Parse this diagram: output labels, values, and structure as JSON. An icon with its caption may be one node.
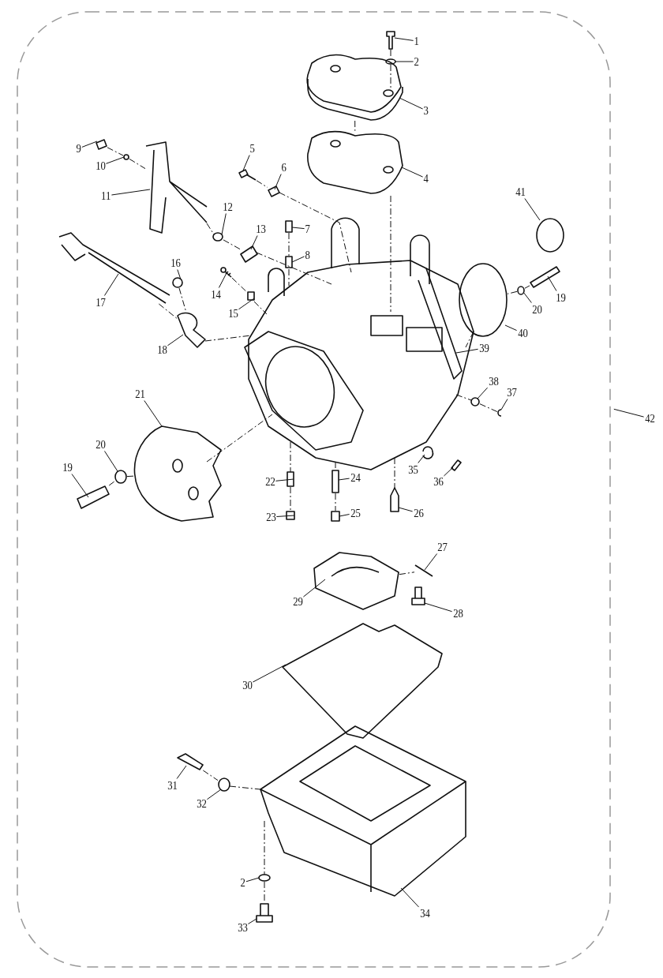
{
  "diagram": {
    "nodes": [
      {
        "text": [
          "1"
        ]
      },
      {
        "text": [
          "2"
        ]
      },
      {
        "text": [
          "3"
        ]
      },
      {
        "text": [
          "9"
        ]
      },
      {
        "text": [
          "5"
        ]
      },
      {
        "text": [
          "10"
        ]
      },
      {
        "text": [
          "6"
        ]
      },
      {
        "text": [
          "4"
        ]
      },
      {
        "text": [
          "41"
        ]
      },
      {
        "text": [
          "11"
        ]
      },
      {
        "text": [
          "12"
        ]
      },
      {
        "text": [
          "13"
        ]
      },
      {
        "text": [
          "7"
        ]
      },
      {
        "text": [
          "8"
        ]
      },
      {
        "text": [
          "16"
        ]
      },
      {
        "text": [
          "14"
        ]
      },
      {
        "text": [
          "19"
        ]
      },
      {
        "text": [
          "17"
        ]
      },
      {
        "text": [
          "20"
        ]
      },
      {
        "text": [
          "15"
        ]
      },
      {
        "text": [
          "40"
        ]
      },
      {
        "text": [
          "39"
        ]
      },
      {
        "text": [
          "18"
        ]
      },
      {
        "text": [
          "38"
        ]
      },
      {
        "text": [
          "37"
        ]
      },
      {
        "text": [
          "21"
        ]
      },
      {
        "text": [
          "42"
        ]
      },
      {
        "text": [
          "20"
        ]
      },
      {
        "text": [
          "19"
        ]
      },
      {
        "text": [
          "35"
        ]
      },
      {
        "text": [
          "24"
        ]
      },
      {
        "text": [
          "22"
        ]
      },
      {
        "text": [
          "36"
        ]
      },
      {
        "text": [
          "26"
        ]
      },
      {
        "text": [
          "25"
        ]
      },
      {
        "text": [
          "23"
        ]
      },
      {
        "text": [
          "27"
        ]
      },
      {
        "text": [
          "29"
        ]
      },
      {
        "text": [
          "28"
        ]
      },
      {
        "text": [
          "30"
        ]
      },
      {
        "text": [
          "31"
        ]
      },
      {
        "text": [
          "32"
        ]
      },
      {
        "text": [
          "2"
        ]
      },
      {
        "text": [
          "34"
        ]
      },
      {
        "text": [
          "33"
        ]
      },
      {
        "text": [],
        "shape": "picture"
      },
      {
        "text": [],
        "shape": "circle"
      },
      {
        "text": [],
        "shape": "picture"
      },
      {
        "text": [],
        "shape": "picture"
      },
      {
        "text": [],
        "shape": "picture"
      },
      {
        "text": [],
        "shape": "circle"
      },
      {
        "text": [],
        "shape": "picture"
      },
      {
        "text": [],
        "shape": "picture"
      },
      {
        "text": [],
        "shape": "picture"
      },
      {
        "text": [],
        "shape": "circle"
      },
      {
        "text": [],
        "shape": "picture"
      },
      {
        "text": [],
        "shape": "box"
      },
      {
        "text": [],
        "shape": "box"
      },
      {
        "text": [],
        "shape": "circle"
      },
      {
        "text": [],
        "shape": "picture"
      },
      {
        "text": [],
        "shape": "picture"
      },
      {
        "text": [],
        "shape": "box"
      },
      {
        "text": [],
        "shape": "picture"
      },
      {
        "text": [],
        "shape": "picture"
      },
      {
        "text": [],
        "shape": "circle"
      },
      {
        "text": [],
        "shape": "circle"
      },
      {
        "text": [],
        "shape": "picture"
      },
      {
        "text": [],
        "shape": "circle"
      },
      {
        "text": [],
        "shape": "circle"
      },
      {
        "text": [],
        "shape": "picture"
      },
      {
        "text": [],
        "shape": "picture"
      },
      {
        "text": [],
        "shape": "circle"
      },
      {
        "text": [],
        "shape": "picture"
      },
      {
        "text": [],
        "shape": "box"
      },
      {
        "text": [],
        "shape": "box"
      },
      {
        "text": [],
        "shape": "box"
      },
      {
        "text": [],
        "shape": "box"
      },
      {
        "text": [],
        "shape": "picture"
      },
      {
        "text": [],
        "shape": "picture"
      },
      {
        "text": [],
        "shape": "picture"
      },
      {
        "text": [],
        "shape": "picture"
      },
      {
        "text": [],
        "shape": "picture"
      },
      {
        "text": [],
        "shape": "picture"
      },
      {
        "text": [],
        "shape": "picture"
      },
      {
        "text": [],
        "shape": "picture"
      },
      {
        "text": [],
        "shape": "picture"
      },
      {
        "text": [],
        "shape": "circle"
      },
      {
        "text": [],
        "shape": "circle"
      },
      {
        "text": [],
        "shape": "picture"
      }
    ],
    "edges": [
      {
        "from": 0,
        "to": 45,
        "arrow": "none"
      },
      {
        "from": 1,
        "to": 46,
        "arrow": "none"
      },
      {
        "from": 2,
        "to": 47,
        "arrow": "none"
      },
      {
        "from": 3,
        "to": 49,
        "arrow": "none"
      },
      {
        "from": 4,
        "to": 52,
        "arrow": "none"
      },
      {
        "from": 5,
        "to": 50,
        "arrow": "none"
      },
      {
        "from": 6,
        "to": 53,
        "arrow": "none"
      },
      {
        "from": 7,
        "to": 48,
        "arrow": "none"
      },
      {
        "from": 8,
        "to": 65,
        "arrow": "none"
      },
      {
        "from": 9,
        "to": 51,
        "arrow": "none"
      },
      {
        "from": 10,
        "to": 54,
        "arrow": "none"
      },
      {
        "from": 11,
        "to": 55,
        "arrow": "none"
      },
      {
        "from": 12,
        "to": 56,
        "arrow": "none"
      },
      {
        "from": 13,
        "to": 57,
        "arrow": "none"
      },
      {
        "from": 14,
        "to": 58,
        "arrow": "none"
      },
      {
        "from": 15,
        "to": 60,
        "arrow": "none"
      },
      {
        "from": 16,
        "to": 66,
        "arrow": "none"
      },
      {
        "from": 17,
        "to": 59,
        "arrow": "none"
      },
      {
        "from": 18,
        "to": 67,
        "arrow": "none"
      },
      {
        "from": 19,
        "to": 61,
        "arrow": "none"
      },
      {
        "from": 20,
        "to": 64,
        "arrow": "none"
      },
      {
        "from": 21,
        "to": 63,
        "arrow": "none"
      },
      {
        "from": 22,
        "to": 62,
        "arrow": "none"
      },
      {
        "from": 23,
        "to": 68,
        "arrow": "none"
      },
      {
        "from": 24,
        "to": 69,
        "arrow": "none"
      },
      {
        "from": 25,
        "to": 70,
        "arrow": "none"
      },
      {
        "from": 26,
        "to": null,
        "arrow": "none"
      },
      {
        "from": 27,
        "to": 71,
        "arrow": "none"
      },
      {
        "from": 28,
        "to": 72,
        "arrow": "none"
      },
      {
        "from": 29,
        "to": 78,
        "arrow": "none"
      },
      {
        "from": 30,
        "to": 75,
        "arrow": "none"
      },
      {
        "from": 31,
        "to": 73,
        "arrow": "none"
      },
      {
        "from": 32,
        "to": 79,
        "arrow": "none"
      },
      {
        "from": 33,
        "to": 77,
        "arrow": "none"
      },
      {
        "from": 34,
        "to": 76,
        "arrow": "none"
      },
      {
        "from": 35,
        "to": 74,
        "arrow": "none"
      },
      {
        "from": 36,
        "to": 81,
        "arrow": "none"
      },
      {
        "from": 37,
        "to": 80,
        "arrow": "none"
      },
      {
        "from": 38,
        "to": 82,
        "arrow": "none"
      },
      {
        "from": 39,
        "to": 83,
        "arrow": "none"
      },
      {
        "from": 40,
        "to": 85,
        "arrow": "none"
      },
      {
        "from": 41,
        "to": 86,
        "arrow": "none"
      },
      {
        "from": 42,
        "to": 87,
        "arrow": "none"
      },
      {
        "from": 43,
        "to": 84,
        "arrow": "none"
      },
      {
        "from": 44,
        "to": 88,
        "arrow": "none"
      },
      {
        "from": 45,
        "to": 46,
        "arrow": "none",
        "style": "dashed"
      },
      {
        "from": 46,
        "to": 47,
        "arrow": "none",
        "style": "dashed"
      },
      {
        "from": 47,
        "to": 48,
        "arrow": "none",
        "style": "dashed"
      },
      {
        "from": 48,
        "to": 63,
        "arrow": "none",
        "style": "dashed"
      },
      {
        "from": 49,
        "to": 50,
        "arrow": "none",
        "style": "dashed"
      },
      {
        "from": 50,
        "to": 51,
        "arrow": "none",
        "style": "dashed"
      },
      {
        "from": 51,
        "to": 54,
        "arrow": "none",
        "style": "dashed"
      },
      {
        "from": 54,
        "to": 55,
        "arrow": "none",
        "style": "dashed"
      },
      {
        "from": 55,
        "to": 63,
        "arrow": "none",
        "style": "dashed"
      },
      {
        "from": 52,
        "to": 53,
        "arrow": "none",
        "style": "dashed"
      },
      {
        "from": 53,
        "to": 63,
        "arrow": "none",
        "style": "dashed"
      },
      {
        "from": 56,
        "to": 57,
        "arrow": "none",
        "style": "dashed"
      },
      {
        "from": 57,
        "to": 63,
        "arrow": "none",
        "style": "dashed"
      },
      {
        "from": 60,
        "to": 61,
        "arrow": "none",
        "style": "dashed"
      },
      {
        "from": 61,
        "to": 63,
        "arrow": "none",
        "style": "dashed"
      },
      {
        "from": 58,
        "to": 62,
        "arrow": "none",
        "style": "dashed"
      },
      {
        "from": 59,
        "to": 62,
        "arrow": "none",
        "style": "dashed"
      },
      {
        "from": 62,
        "to": 63,
        "arrow": "none",
        "style": "dashed"
      },
      {
        "from": 66,
        "to": 67,
        "arrow": "none",
        "style": "dashed"
      },
      {
        "from": 67,
        "to": 64,
        "arrow": "none",
        "style": "dashed"
      },
      {
        "from": 64,
        "to": 63,
        "arrow": "none",
        "style": "dashed"
      },
      {
        "from": 63,
        "to": 68,
        "arrow": "none",
        "style": "dashed"
      },
      {
        "from": 68,
        "to": 69,
        "arrow": "none",
        "style": "dashed"
      },
      {
        "from": 72,
        "to": 71,
        "arrow": "none",
        "style": "dashed"
      },
      {
        "from": 71,
        "to": 70,
        "arrow": "none",
        "style": "dashed"
      },
      {
        "from": 70,
        "to": 63,
        "arrow": "none",
        "style": "dashed"
      },
      {
        "from": 63,
        "to": 73,
        "arrow": "none",
        "style": "dashed"
      },
      {
        "from": 73,
        "to": 74,
        "arrow": "none",
        "style": "dashed"
      },
      {
        "from": 63,
        "to": 75,
        "arrow": "none",
        "style": "dashed"
      },
      {
        "from": 75,
        "to": 76,
        "arrow": "none",
        "style": "dashed"
      },
      {
        "from": 63,
        "to": 77,
        "arrow": "none",
        "style": "dashed"
      },
      {
        "from": 80,
        "to": 81,
        "arrow": "none",
        "style": "dashed"
      },
      {
        "from": 85,
        "to": 86,
        "arrow": "none",
        "style": "dashed"
      },
      {
        "from": 86,
        "to": 84,
        "arrow": "none",
        "style": "dashed"
      },
      {
        "from": 84,
        "to": 87,
        "arrow": "none",
        "style": "dashed"
      },
      {
        "from": 87,
        "to": 88,
        "arrow": "none",
        "style": "dashed"
      }
    ]
  }
}
